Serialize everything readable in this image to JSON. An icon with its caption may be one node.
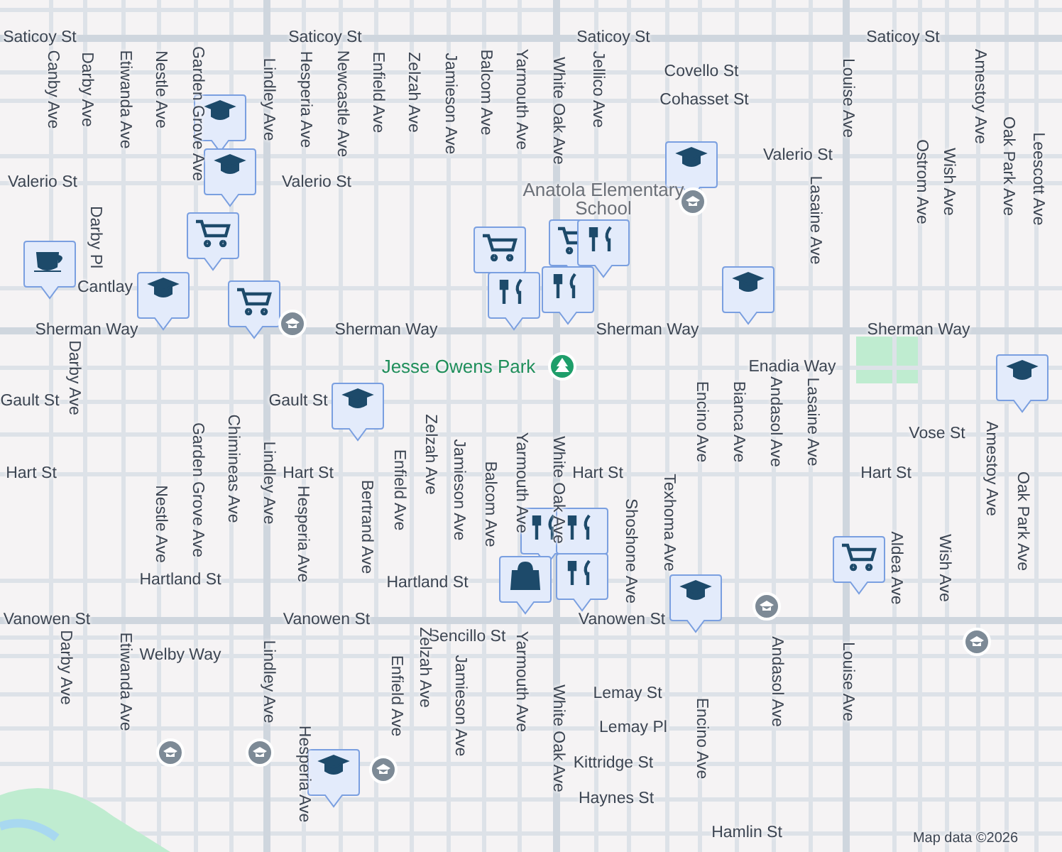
{
  "diagram": {
    "labels": [
      "Saticoy St",
      "Saticoy St",
      "Saticoy St",
      "Saticoy St",
      "Canby Ave",
      "Darby Ave",
      "Etiwanda Ave",
      "Nestle Ave",
      "Garden Grove Ave",
      "Lindley Ave",
      "Hesperia Ave",
      "Newcastle Ave",
      "Enfield Ave",
      "Zelzah Ave",
      "Jamieson Ave",
      "Balcom Ave",
      "Yarmouth Ave",
      "White Oak Ave",
      "Jellico Ave",
      "Louise Ave",
      "Amestoy Ave",
      "Covello St",
      "Cohasset St",
      "Valerio St",
      "Valerio St",
      "Valerio St",
      "Anatola Elementary School",
      "Darby Pl",
      "Ostrom Ave",
      "Wish Ave",
      "Oak Park Ave",
      "Leescott Ave",
      "Lasaine Ave",
      "Cantlay",
      "Sherman Way",
      "Sherman Way",
      "Sherman Way",
      "Sherman Way",
      "Jesse Owens Park",
      "Enadia Way",
      "Gault St",
      "Gault St",
      "Darby Ave",
      "Encino Ave",
      "Bianca Ave",
      "Andasol Ave",
      "Lasaine Ave",
      "Vose St",
      "Hart St",
      "Hart St",
      "Hart St",
      "Hart St",
      "Nestle Ave",
      "Garden Grove Ave",
      "Chimineas Ave",
      "Lindley Ave",
      "Hesperia Ave",
      "Bertrand Ave",
      "Enfield Ave",
      "Zelzah Ave",
      "Jamieson Ave",
      "Balcom Ave",
      "Yarmouth Ave",
      "White Oak Ave",
      "Shoshone Ave",
      "Texhoma Ave",
      "Aldea Ave",
      "Wish Ave",
      "Amestoy Ave",
      "Oak Park Ave",
      "Hartland St",
      "Hartland St",
      "Vanowen St",
      "Vanowen St",
      "Vanowen St",
      "Sencillo St",
      "Welby Way",
      "Darby Ave",
      "Etiwanda Ave",
      "Lindley Ave",
      "Hesperia Ave",
      "Enfield Ave",
      "Zelzah Ave",
      "Jamieson Ave",
      "Yarmouth Ave",
      "White Oak Ave",
      "Encino Ave",
      "Andasol Ave",
      "Louise Ave",
      "Lemay St",
      "Lemay Pl",
      "Kittridge St",
      "Haynes St",
      "Hamlin St",
      "Map data ©2026"
    ]
  }
}
